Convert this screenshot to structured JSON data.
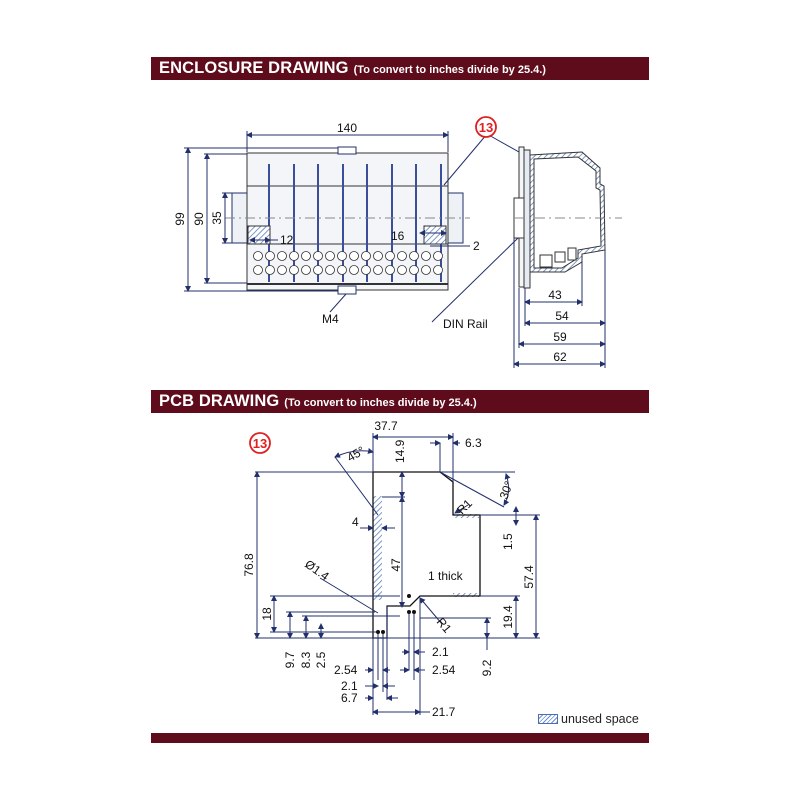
{
  "enclosure": {
    "title": "ENCLOSURE DRAWING",
    "subtitle": "(To convert to inches divide by 25.4.)",
    "callout": "13",
    "dims": {
      "width": "140",
      "height_outer": "99",
      "height_body": "90",
      "rail_height": "35",
      "left_gap": "12",
      "right_gap": "16",
      "right_offset": "2",
      "screw": "M4",
      "rail_label": "DIN Rail",
      "depth_1": "43",
      "depth_2": "54",
      "depth_3": "59",
      "depth_4": "62"
    }
  },
  "pcb": {
    "title": "PCB DRAWING",
    "subtitle": "(To convert to inches divide by 25.4.)",
    "callout": "13",
    "dims": {
      "top_width": "37.7",
      "top_right_step": "6.3",
      "angle_left": "45°",
      "angle_right": "30°",
      "top_chamfer": "14.9",
      "radius_top": "R1",
      "radius_bottom": "R1",
      "wall_thickness": "4",
      "total_height": "76.8",
      "inner_height": "47",
      "hole_dia": "Ø1.4",
      "thickness_note": "1 thick",
      "right_step": "1.5",
      "right_height": "57.4",
      "lower_right": "19.4",
      "left_18": "18",
      "h_9_7": "9.7",
      "h_8_3": "8.3",
      "h_2_5": "2.5",
      "h_9_2": "9.2",
      "pitch_left": "2.54",
      "pitch_right": "2.54",
      "gap_right": "2.1",
      "gap_left": "2.1",
      "offset_6_7": "6.7",
      "base_21_7": "21.7"
    }
  },
  "legend": {
    "label": "unused space"
  },
  "colors": {
    "banner": "#5e0b1b",
    "line": "#23306b",
    "outline": "#111111",
    "callout": "#e02020",
    "hatch": "#6a8fd0"
  }
}
